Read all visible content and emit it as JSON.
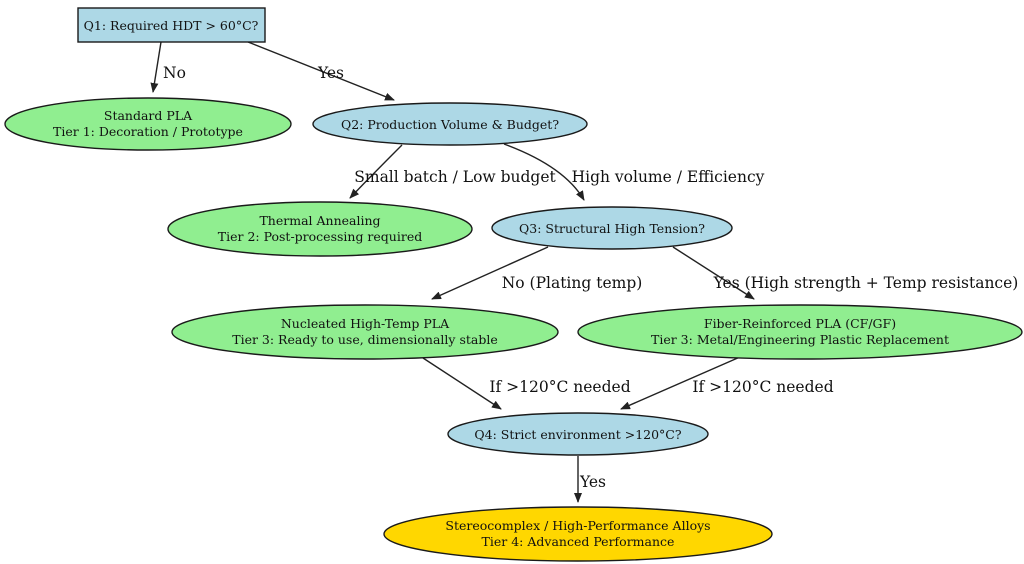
{
  "diagram": {
    "nodes": {
      "q1": {
        "label": "Q1: Required HDT > 60°C?"
      },
      "standard_pla": {
        "line1": "Standard PLA",
        "line2": "Tier 1: Decoration / Prototype"
      },
      "q2": {
        "label": "Q2: Production Volume & Budget?"
      },
      "thermal_annealing": {
        "line1": "Thermal Annealing",
        "line2": "Tier 2: Post-processing required"
      },
      "q3": {
        "label": "Q3: Structural High Tension?"
      },
      "nucleated_pla": {
        "line1": "Nucleated High-Temp PLA",
        "line2": "Tier 3: Ready to use, dimensionally stable"
      },
      "fiber_pla": {
        "line1": "Fiber-Reinforced PLA (CF/GF)",
        "line2": "Tier 3: Metal/Engineering Plastic Replacement"
      },
      "q4": {
        "label": "Q4: Strict environment >120°C?"
      },
      "stereocomplex": {
        "line1": "Stereocomplex / High-Performance Alloys",
        "line2": "Tier 4: Advanced Performance"
      }
    },
    "edges": {
      "q1_no": {
        "label": "No"
      },
      "q1_yes": {
        "label": "Yes"
      },
      "q2_small_batch": {
        "label": "Small batch / Low budget"
      },
      "q2_high_volume": {
        "label": "High volume / Efficiency"
      },
      "q3_no": {
        "label": "No (Plating temp)"
      },
      "q3_yes": {
        "label": "Yes (High strength + Temp resistance)"
      },
      "nucleated_to_q4": {
        "label": "If >120°C needed"
      },
      "fiber_to_q4": {
        "label": "If >120°C needed"
      },
      "q4_yes": {
        "label": "Yes"
      }
    },
    "colors": {
      "question_fill": "#ADD8E6",
      "result_fill": "#90EE90",
      "final_fill": "#FFD700",
      "stroke": "#1a1a1a",
      "background": "#ffffff"
    }
  }
}
